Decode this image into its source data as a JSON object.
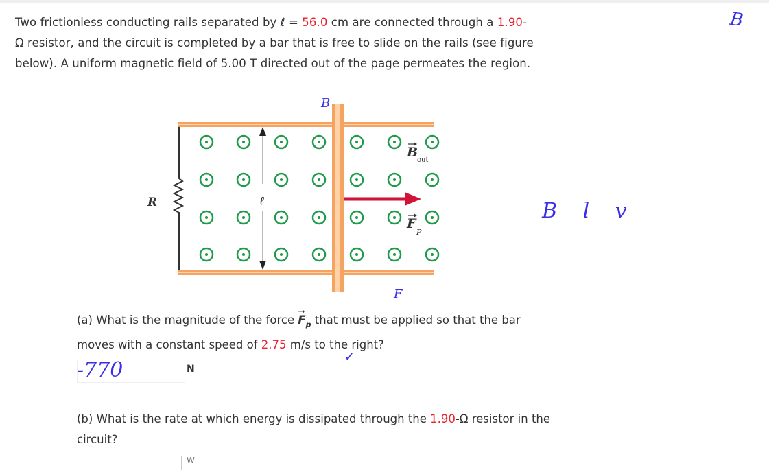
{
  "problem": {
    "intro_part1": "Two frictionless conducting rails separated by ",
    "ell_symbol": "ℓ",
    "equals": " = ",
    "separation_value": "56.0",
    "intro_part2": " cm are connected through a ",
    "resistance_value": "1.90",
    "intro_part3": "-",
    "line2": "Ω resistor, and the circuit is completed by a bar that is free to slide on the rails (see figure",
    "line3": "below). A uniform magnetic field of 5.00 T directed out of the page permeates the region."
  },
  "figure": {
    "label_R": "R",
    "label_ell": "ℓ",
    "label_B": "B",
    "label_B_sub": "out",
    "label_F": "F",
    "label_F_sub": "P",
    "colors": {
      "rail": "#f4a460",
      "rail_light": "#ffd2a8",
      "field_dot": "#1e9a4a",
      "force_arrow": "#d3123a",
      "resistor": "#333333"
    },
    "field_rows": 4,
    "field_cols": 7
  },
  "annotations": {
    "top_right_B": "B",
    "above_bar_B": "B",
    "formula": "B l v",
    "F_mark": "F",
    "answer_a_handwritten": "-770",
    "checkmark": "✓"
  },
  "question_a": {
    "prefix": "(a) What is the magnitude of the force ",
    "vector_symbol": "F",
    "vector_sub": "p",
    "suffix": " that must be applied so that the bar",
    "line2_prefix": "moves with a constant speed of ",
    "speed_value": "2.75",
    "line2_suffix": " m/s to the right?",
    "answer_value": "",
    "unit": "N"
  },
  "question_b": {
    "prefix": "(b) What is the rate at which energy is dissipated through the ",
    "resistance_value": "1.90",
    "suffix": "-Ω resistor in the",
    "line2": "circuit?",
    "answer_value": "",
    "unit": "W"
  }
}
